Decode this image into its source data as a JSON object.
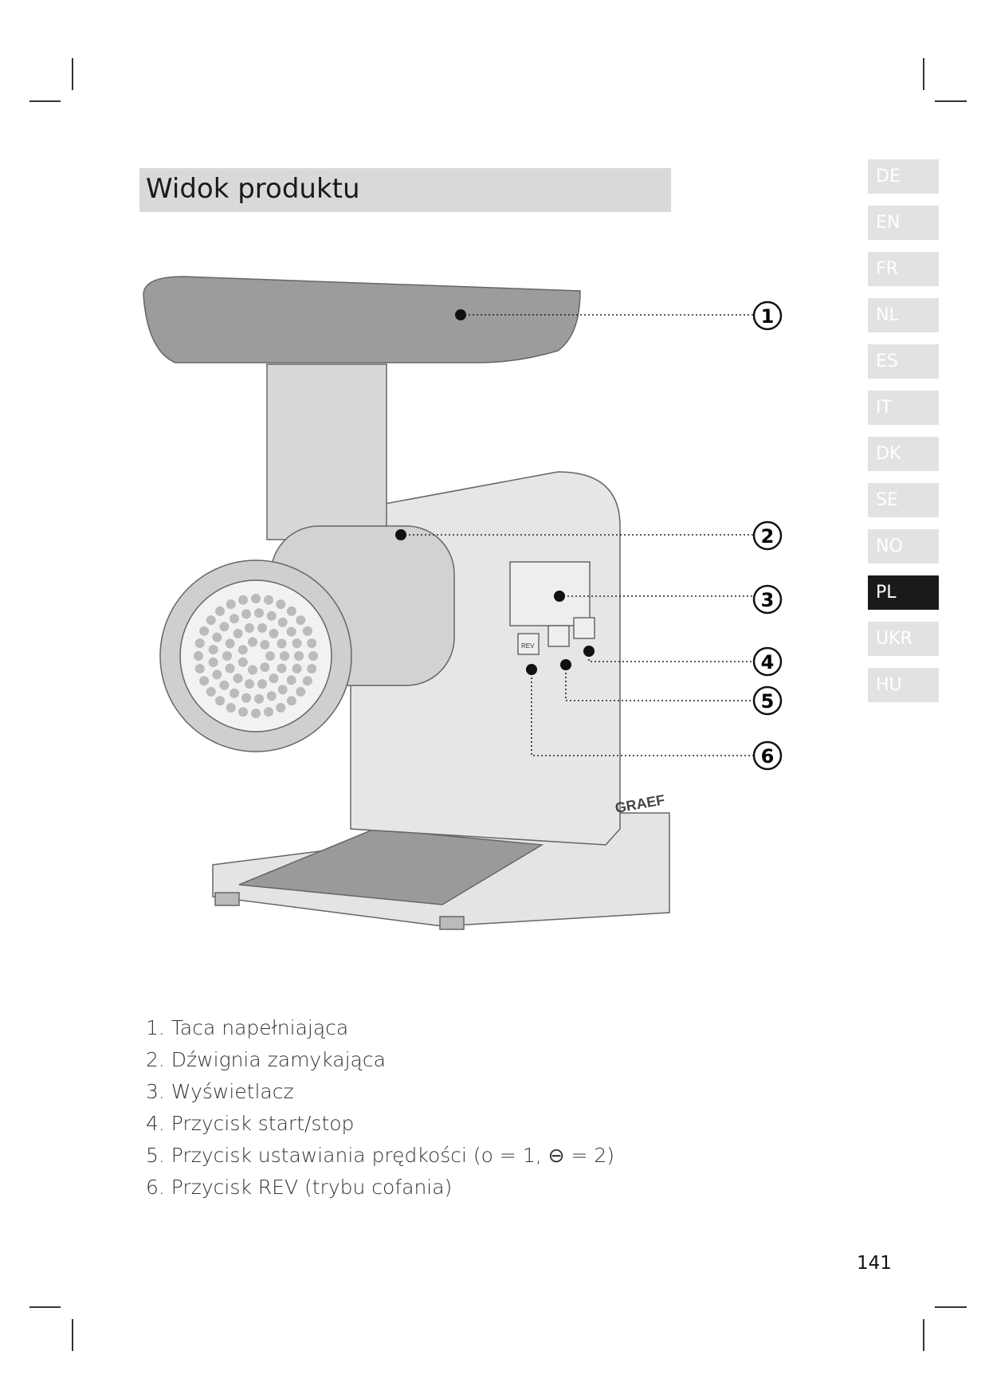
{
  "title": "Widok produktu",
  "languages": [
    {
      "code": "DE"
    },
    {
      "code": "EN"
    },
    {
      "code": "FR"
    },
    {
      "code": "NL"
    },
    {
      "code": "ES"
    },
    {
      "code": "IT"
    },
    {
      "code": "DK"
    },
    {
      "code": "SE"
    },
    {
      "code": "NO"
    },
    {
      "code": "PL",
      "active": true
    },
    {
      "code": "UKR"
    },
    {
      "code": "HU"
    }
  ],
  "illustration": {
    "brand": "GRAEF",
    "rev_label": "REV",
    "callouts": [
      "1",
      "2",
      "3",
      "4",
      "5",
      "6"
    ]
  },
  "legend": [
    "1. Taca napełniająca",
    "2. Dźwignia zamykająca",
    "3. Wyświetlacz",
    "4. Przycisk start/stop",
    "5. Przycisk ustawiania prędkości (o = 1, ⊖ = 2)",
    "6. Przycisk REV (trybu cofania)"
  ],
  "page_number": "141"
}
